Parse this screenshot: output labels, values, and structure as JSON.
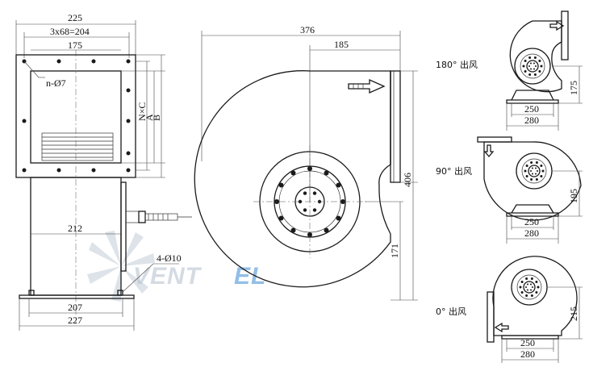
{
  "front_view": {
    "dim_width_total": "225",
    "dim_hole_spacing": "3x68=204",
    "dim_inner": "175",
    "dim_holes": "n-Ø7",
    "dim_nc": "N×C",
    "dim_a": "A",
    "dim_b": "B",
    "dim_housing": "212",
    "dim_base_holes": "4-Ø10",
    "dim_base_inner": "207",
    "dim_base_outer": "227"
  },
  "side_view": {
    "dim_total_width": "376",
    "dim_outlet_offset": "185",
    "dim_height": "406",
    "dim_center_height": "171"
  },
  "orientations": [
    {
      "label": "180° 出风",
      "dim_width_inner": "250",
      "dim_width_outer": "280",
      "dim_height": "175"
    },
    {
      "label": "90° 出风",
      "dim_width_inner": "250",
      "dim_width_outer": "280",
      "dim_height": "195"
    },
    {
      "label": "0° 出风",
      "dim_width_inner": "250",
      "dim_width_outer": "280",
      "dim_height": "215"
    }
  ],
  "watermark": {
    "text_a": "VENT",
    "text_b": "EL"
  }
}
